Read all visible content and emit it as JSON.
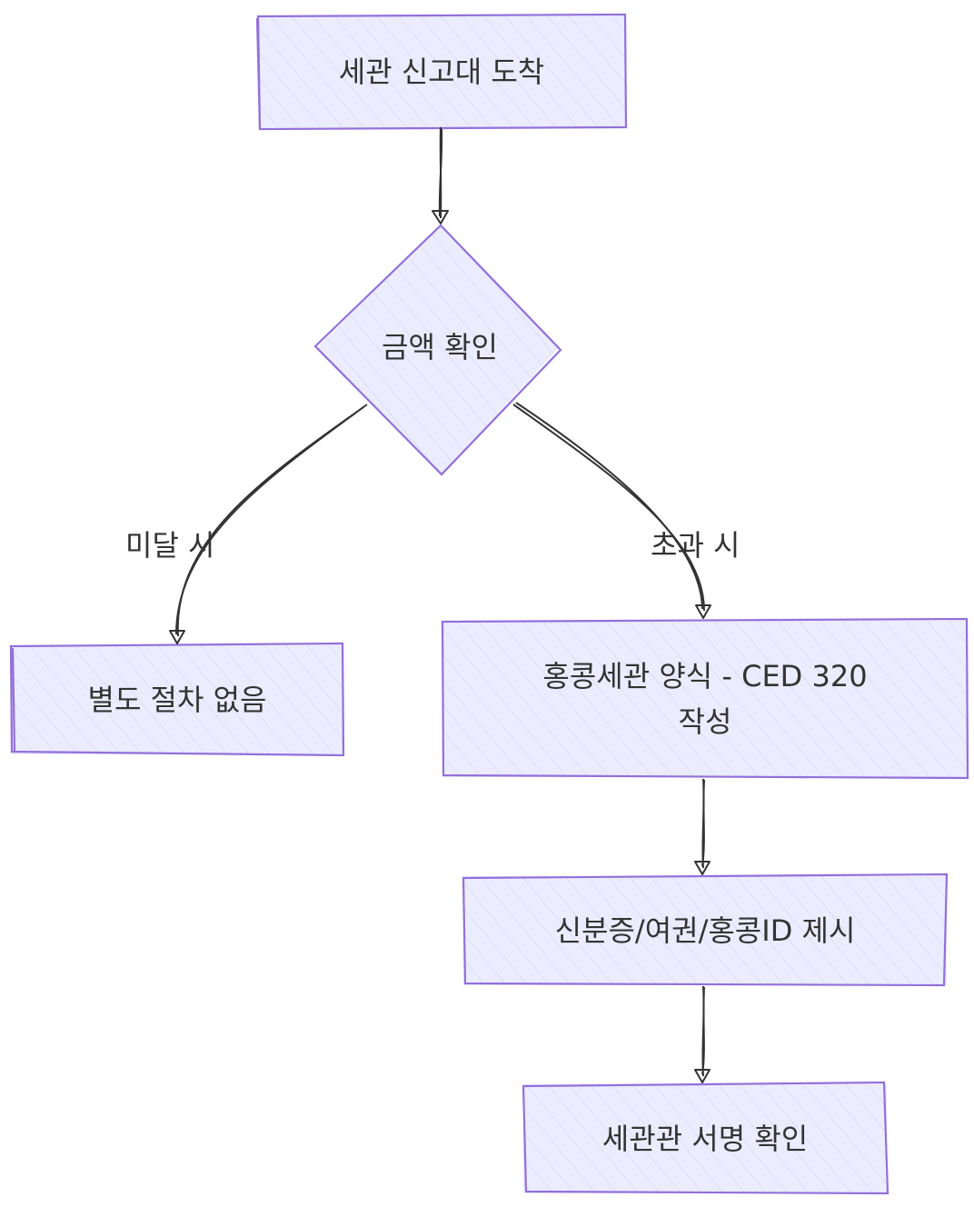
{
  "nodes": {
    "start": {
      "label": "세관 신고대 도착"
    },
    "decision": {
      "label": "금액 확인"
    },
    "no_procedure": {
      "label": "별도 절차 없음"
    },
    "form": {
      "label": "홍콩세관 양식 - CED 320\n작성"
    },
    "id_present": {
      "label": "신분증/여권/홍콩ID 제시"
    },
    "signature": {
      "label": "세관관 서명 확인"
    }
  },
  "edges": {
    "below": {
      "label": "미달 시"
    },
    "above": {
      "label": "초과 시"
    }
  },
  "colors": {
    "node_fill": "#ececff",
    "node_stroke": "#9370db",
    "edge": "#333333",
    "text": "#333333"
  }
}
